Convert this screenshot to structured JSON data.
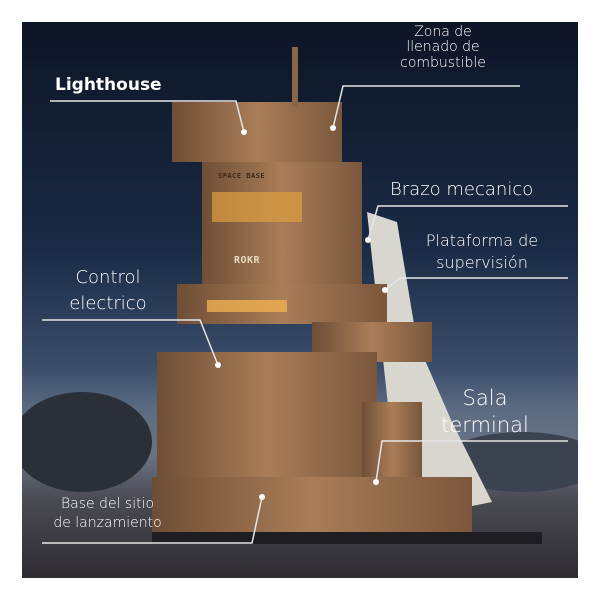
{
  "labels": {
    "lighthouse": "Lighthouse",
    "fuel_zone": [
      "Zona de",
      "llenado de",
      "combustible"
    ],
    "arm": "Brazo mecanico",
    "platform": [
      "Plataforma de",
      "supervisión"
    ],
    "control": [
      "Control",
      "electrico"
    ],
    "terminal": [
      "Sala",
      "terminal"
    ],
    "base": [
      "Base del sitio",
      "de lanzamiento"
    ]
  },
  "model_markings": [
    "SPACE BASE",
    "ROKR"
  ],
  "colors": {
    "wood": "#9c7352",
    "sky": "#0d1526",
    "line": "#e6e6e6"
  }
}
